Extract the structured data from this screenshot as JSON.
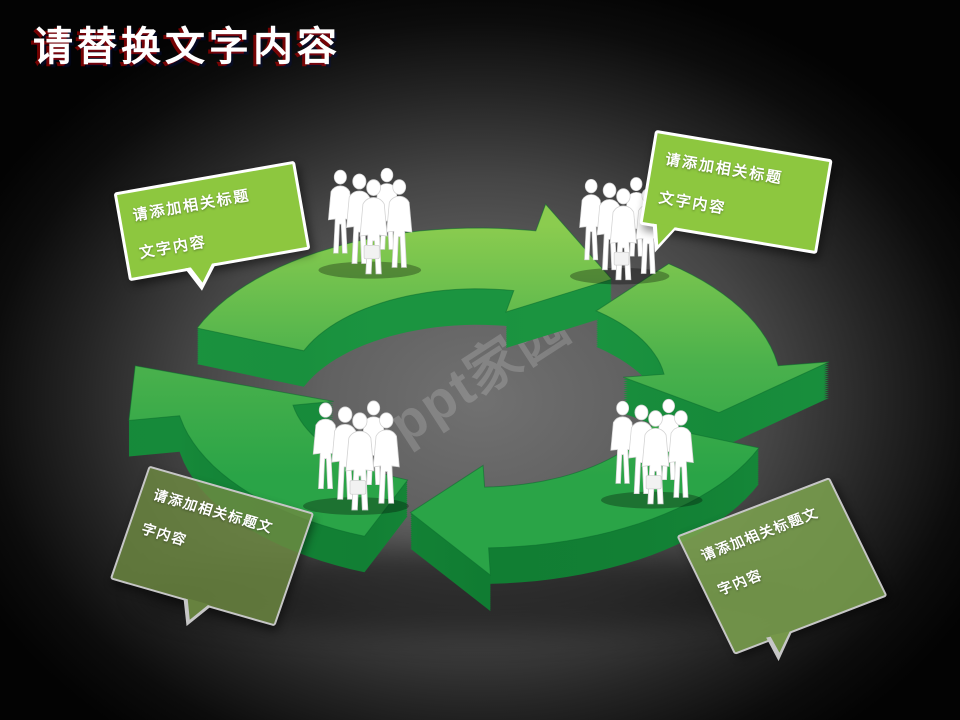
{
  "slide": {
    "title": "请替换文字内容",
    "watermark": "ppt家园"
  },
  "callouts": [
    {
      "position": "top-left",
      "line1": "请添加相关标题",
      "line2": "文字内容"
    },
    {
      "position": "top-right",
      "line1": "请添加相关标题",
      "line2": "文字内容"
    },
    {
      "position": "bottom-left",
      "line1": "请添加相关标题文",
      "line2": "字内容"
    },
    {
      "position": "bottom-right",
      "line1": "请添加相关标题文",
      "line2": "字内容"
    }
  ],
  "diagram": {
    "type": "cycle-arrows",
    "segments": 4,
    "direction": "clockwise",
    "people_groups": 4,
    "colors": {
      "arrow_top_light": "#8bcc4f",
      "arrow_top_mid": "#4ab14c",
      "arrow_top_deep": "#2aa447",
      "arrow_side_light": "#1b9440",
      "arrow_side_dark": "#0e772f",
      "arrow_outline": "#0b6e2d",
      "callout_bright_green": "#8dc73f",
      "callout_olive_green": "rgba(110,138,66,0.82)",
      "callout_moss_green": "rgba(123,160,78,0.88)",
      "title_color": "#ffffff",
      "title_shadow_red": "#b00000",
      "background_center": "#6f6f6f",
      "background_edge": "#050505",
      "people_color": "#ffffff"
    }
  }
}
